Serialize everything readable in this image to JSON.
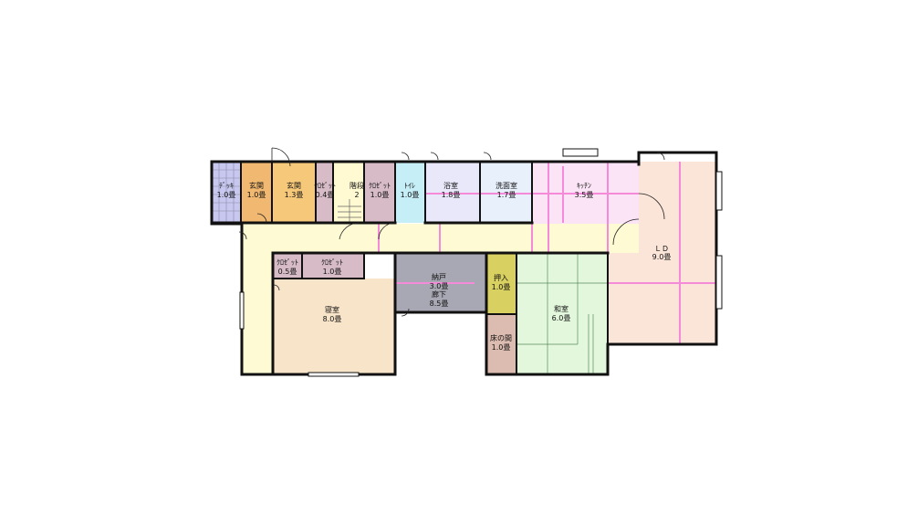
{
  "rooms": {
    "deck": {
      "name": "ﾃﾞｯｷ",
      "size": "1.0畳",
      "color": "#c7c7ef"
    },
    "genkan1": {
      "name": "玄関",
      "size": "1.0畳",
      "color": "#f0b870"
    },
    "genkan2": {
      "name": "玄関",
      "size": "1.3畳",
      "color": "#f5c87a"
    },
    "closet1": {
      "name": "ｸﾛｾﾞｯﾄ",
      "size": "0.4畳",
      "color": "#d7bcc8"
    },
    "stairs": {
      "name": "階段",
      "size": "2",
      "color": "#fffad2"
    },
    "closet2": {
      "name": "ｸﾛｾﾞｯﾄ",
      "size": "1.0畳",
      "color": "#d7bcc8"
    },
    "toilet": {
      "name": "ﾄｲﾚ",
      "size": "1.0畳",
      "color": "#c6eef7"
    },
    "bath": {
      "name": "浴室",
      "size": "1.8畳",
      "color": "#e8e8fa"
    },
    "washroom": {
      "name": "洗面室",
      "size": "1.7畳",
      "color": "#e8f0fb"
    },
    "kitchen": {
      "name": "ｷｯﾁﾝ",
      "size": "3.5畳",
      "color": "#fbe4f5"
    },
    "ld": {
      "name": "ＬＤ",
      "size": "9.0畳",
      "color": "#fbe4d8"
    },
    "closet3": {
      "name": "ｸﾛｾﾞｯﾄ",
      "size": "0.5畳",
      "color": "#d7bcc8"
    },
    "closet4": {
      "name": "ｸﾛｾﾞｯﾄ",
      "size": "1.0畳",
      "color": "#d7bcc8"
    },
    "bedroom": {
      "name": "寝室",
      "size": "8.0畳",
      "color": "#f8e4c8"
    },
    "storage": {
      "name": "納戸",
      "size": "3.0畳",
      "color": "#a8a8b4"
    },
    "hallway": {
      "name": "廊下",
      "size": "8.5畳",
      "color": "#fdfad4"
    },
    "oshiire": {
      "name": "押入",
      "size": "1.0畳",
      "color": "#d8d060"
    },
    "tokonoma": {
      "name": "床の間",
      "size": "1.0畳",
      "color": "#dcbcb0"
    },
    "washitsu": {
      "name": "和室",
      "size": "6.0畳",
      "color": "#e2f7dc"
    }
  },
  "colors": {
    "wall": "#111111",
    "partition": "#f58ad8"
  }
}
